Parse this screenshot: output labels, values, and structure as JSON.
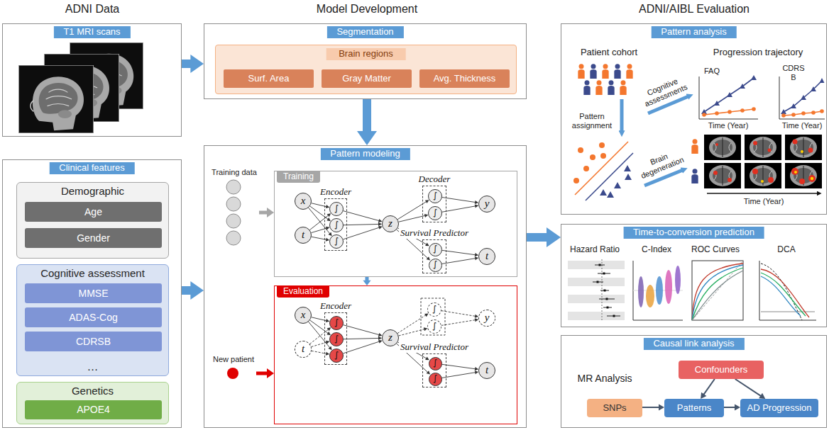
{
  "diagram": {
    "nodes": [
      {
        "text": [
          "T1 MRI scans"
        ]
      },
      {
        "text": [
          "Clinical features"
        ]
      },
      {
        "text": [
          "Demographic"
        ],
        "in": 1
      },
      {
        "text": [
          "Age"
        ],
        "in": 2
      },
      {
        "text": [
          "Gender"
        ],
        "in": 2
      },
      {
        "text": [
          "Cognitive assessment",
          "…"
        ],
        "in": 1
      },
      {
        "text": [
          "MMSE"
        ],
        "in": 5
      },
      {
        "text": [
          "ADAS-Cog"
        ],
        "in": 5
      },
      {
        "text": [
          "CDRSB"
        ],
        "in": 5
      },
      {
        "text": [
          "Genetics"
        ],
        "in": 1
      },
      {
        "text": [
          "APOE4"
        ],
        "in": 9
      },
      {
        "text": [
          "Segmentation"
        ]
      },
      {
        "text": [
          "Brain regions"
        ],
        "in": 11
      },
      {
        "text": [
          "Surf. Area"
        ],
        "in": 12
      },
      {
        "text": [
          "Gray Matter"
        ],
        "in": 12
      },
      {
        "text": [
          "Avg. Thickness"
        ],
        "in": 12
      },
      {
        "text": [
          "Pattern modeling"
        ]
      },
      {
        "text": [
          "Training data"
        ],
        "in": 16
      },
      {
        "text": [
          "Training"
        ],
        "in": 16
      },
      {
        "text": [
          "x"
        ],
        "in": 18
      },
      {
        "text": [
          "t"
        ],
        "in": 18
      },
      {
        "text": [
          "Encoder"
        ],
        "in": 18
      },
      {
        "text": [
          "∫"
        ],
        "in": 21
      },
      {
        "text": [
          "∫"
        ],
        "in": 21
      },
      {
        "text": [
          "∫"
        ],
        "in": 21
      },
      {
        "text": [
          "z"
        ],
        "in": 18
      },
      {
        "text": [
          "Decoder"
        ],
        "in": 18
      },
      {
        "text": [
          "∫"
        ],
        "in": 26
      },
      {
        "text": [
          "∫"
        ],
        "in": 26
      },
      {
        "text": [
          "Survival Predictor"
        ],
        "in": 18
      },
      {
        "text": [
          "∫"
        ],
        "in": 29
      },
      {
        "text": [
          "∫"
        ],
        "in": 29
      },
      {
        "text": [
          "y"
        ],
        "in": 18
      },
      {
        "text": [
          "t"
        ],
        "in": 18
      },
      {
        "text": [
          "Evaluation"
        ],
        "in": 16
      },
      {
        "text": [
          "x"
        ],
        "in": 34
      },
      {
        "text": [
          "t"
        ],
        "in": 34
      },
      {
        "text": [
          "Encoder"
        ],
        "in": 34
      },
      {
        "text": [
          "∫"
        ],
        "in": 37
      },
      {
        "text": [
          "∫"
        ],
        "in": 37
      },
      {
        "text": [
          "∫"
        ],
        "in": 37
      },
      {
        "text": [
          "z"
        ],
        "in": 34
      },
      {
        "text": [
          "∫"
        ],
        "in": 34
      },
      {
        "text": [
          "∫"
        ],
        "in": 34
      },
      {
        "text": [
          "Survival Predictor"
        ],
        "in": 34
      },
      {
        "text": [
          "∫"
        ],
        "in": 44
      },
      {
        "text": [
          "∫"
        ],
        "in": 44
      },
      {
        "text": [
          "y"
        ],
        "in": 34
      },
      {
        "text": [
          "t"
        ],
        "in": 34
      },
      {
        "text": [
          "New patient"
        ],
        "in": 16
      },
      {
        "text": [
          "Pattern analysis"
        ]
      },
      {
        "text": [
          "Time-to-conversion prediction"
        ]
      },
      {
        "text": [
          "Causal link analysis"
        ]
      },
      {
        "text": [
          "Confounders"
        ],
        "in": 52
      },
      {
        "text": [
          "SNPs"
        ],
        "in": 52
      },
      {
        "text": [
          "Patterns"
        ],
        "in": 52
      },
      {
        "text": [
          "AD Progression"
        ],
        "in": 52
      }
    ],
    "edges": [
      {
        "from": 0,
        "to": 11,
        "arrow": "to"
      },
      {
        "from": 11,
        "to": 16,
        "arrow": "to"
      },
      {
        "from": 1,
        "to": 16,
        "arrow": "to"
      },
      {
        "from": 16,
        "to": 51,
        "arrow": "to"
      },
      {
        "from": 17,
        "to": 18,
        "arrow": "to"
      },
      {
        "from": 18,
        "to": 34,
        "arrow": "to"
      },
      {
        "from": 49,
        "to": 34,
        "arrow": "to"
      },
      {
        "from": 19,
        "to": 22,
        "arrow": "to"
      },
      {
        "from": 19,
        "to": 23,
        "arrow": "to"
      },
      {
        "from": 19,
        "to": 24,
        "arrow": "to"
      },
      {
        "from": 20,
        "to": 22,
        "arrow": "to"
      },
      {
        "from": 20,
        "to": 23,
        "arrow": "to"
      },
      {
        "from": 20,
        "to": 24,
        "arrow": "to"
      },
      {
        "from": 22,
        "to": 25,
        "arrow": "to"
      },
      {
        "from": 23,
        "to": 25,
        "arrow": "to"
      },
      {
        "from": 24,
        "to": 25,
        "arrow": "to"
      },
      {
        "from": 25,
        "to": 27,
        "arrow": "to"
      },
      {
        "from": 25,
        "to": 28,
        "arrow": "to"
      },
      {
        "from": 27,
        "to": 32,
        "arrow": "to"
      },
      {
        "from": 28,
        "to": 32,
        "arrow": "to"
      },
      {
        "from": 25,
        "to": 30,
        "arrow": "to"
      },
      {
        "from": 25,
        "to": 31,
        "arrow": "to"
      },
      {
        "from": 30,
        "to": 33,
        "arrow": "to"
      },
      {
        "from": 31,
        "to": 33,
        "arrow": "to"
      },
      {
        "from": 35,
        "to": 38,
        "arrow": "to"
      },
      {
        "from": 35,
        "to": 39,
        "arrow": "to"
      },
      {
        "from": 35,
        "to": 40,
        "arrow": "to"
      },
      {
        "from": 36,
        "to": 38,
        "arrow": "to"
      },
      {
        "from": 36,
        "to": 39,
        "arrow": "to"
      },
      {
        "from": 36,
        "to": 40,
        "arrow": "to"
      },
      {
        "from": 38,
        "to": 41,
        "arrow": "to"
      },
      {
        "from": 39,
        "to": 41,
        "arrow": "to"
      },
      {
        "from": 40,
        "to": 41,
        "arrow": "to"
      },
      {
        "from": 41,
        "to": 42,
        "arrow": "to"
      },
      {
        "from": 41,
        "to": 43,
        "arrow": "to"
      },
      {
        "from": 42,
        "to": 47,
        "arrow": "to"
      },
      {
        "from": 43,
        "to": 47,
        "arrow": "to"
      },
      {
        "from": 41,
        "to": 45,
        "arrow": "to"
      },
      {
        "from": 41,
        "to": 46,
        "arrow": "to"
      },
      {
        "from": 45,
        "to": 48,
        "arrow": "to"
      },
      {
        "from": 46,
        "to": 48,
        "arrow": "to"
      },
      {
        "from": 54,
        "to": 55,
        "arrow": "to"
      },
      {
        "from": 55,
        "to": 56,
        "arrow": "to"
      },
      {
        "from": 53,
        "to": 55,
        "arrow": "to"
      },
      {
        "from": 53,
        "to": 56,
        "arrow": "to"
      }
    ],
    "labels": [
      "ADNI Data",
      "Model Development",
      "ADNI/AIBL Evaluation",
      "Patient cohort",
      "Progression trajectory",
      "FAQ",
      "CDRS B",
      "Time (Year)",
      "Time (Year)",
      "Cognitive assessments",
      "Pattern assignment",
      "Brain degeneration",
      "Time (Year)",
      "Hazard Ratio",
      "C-Index",
      "ROC Curves",
      "DCA",
      "MR Analysis"
    ]
  }
}
